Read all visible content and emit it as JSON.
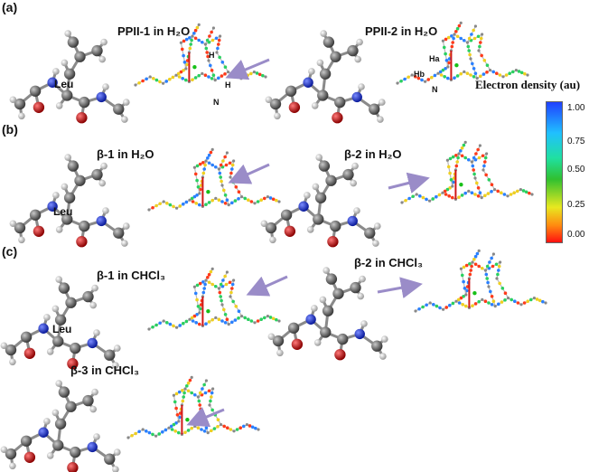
{
  "panels": [
    {
      "letter": "(a)",
      "titles": [
        "PPII-1 in H₂O",
        "PPII-2 in H₂O"
      ]
    },
    {
      "letter": "(b)",
      "titles": [
        "β-1 in H₂O",
        "β-2 in H₂O"
      ]
    },
    {
      "letter": "(c)",
      "titles": [
        "β-1 in CHCl₃",
        "β-2 in CHCl₃",
        "β-3 in CHCl₃"
      ]
    }
  ],
  "residue_label": "Leu",
  "atom_labels": {
    "h": "H",
    "n": "N",
    "ha": "Ha",
    "hb": "Hb"
  },
  "colorbar": {
    "title": "Electron density (au)",
    "ticks": [
      "1.00",
      "0.75",
      "0.50",
      "0.25",
      "0.00"
    ],
    "colors": [
      "#2040ff",
      "#20c0ff",
      "#30c030",
      "#e8e820",
      "#ff1010"
    ]
  },
  "colors": {
    "carbon": "#5a5a5a",
    "hydrogen": "#e8e8e8",
    "nitrogen": "#1a3ad8",
    "oxygen": "#d81010",
    "arrow": "#9a8cc8"
  }
}
